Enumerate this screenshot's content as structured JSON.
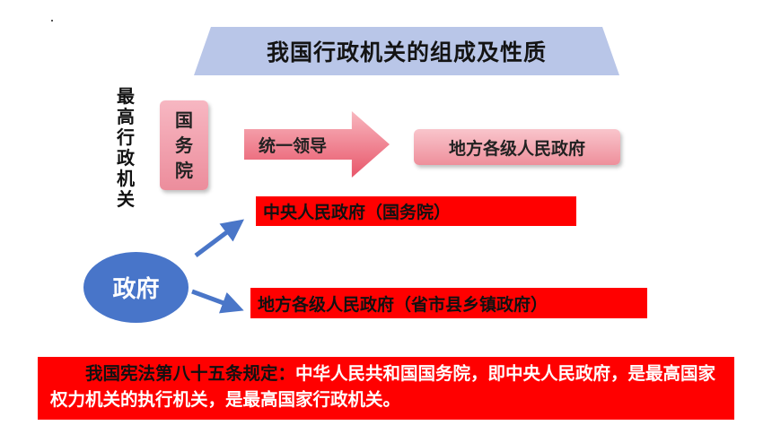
{
  "title": "我国行政机关的组成及性质",
  "left_label": "最高行政机关",
  "state_council_box": "国务院",
  "arrow_label": "统一领导",
  "local_gov_box": "地方各级人民政府",
  "central_bar": "中央人民政府（国务院）",
  "local_bar": "地方各级人民政府（省市县乡镇政府）",
  "government_ellipse": "政府",
  "constitution": {
    "lead": "我国宪法第八十五条规定：",
    "body": "中华人民共和国国务院，即中央人民政府，是最高国家权力机关的执行机关，是最高国家行政机关。"
  },
  "colors": {
    "title_bg": "#b9c6e8",
    "pink_box": "#ec8d9c",
    "arrow": "#e8566a",
    "red_bar": "#ff0000",
    "ellipse": "#4875c9",
    "connector": "#4a76c8"
  }
}
